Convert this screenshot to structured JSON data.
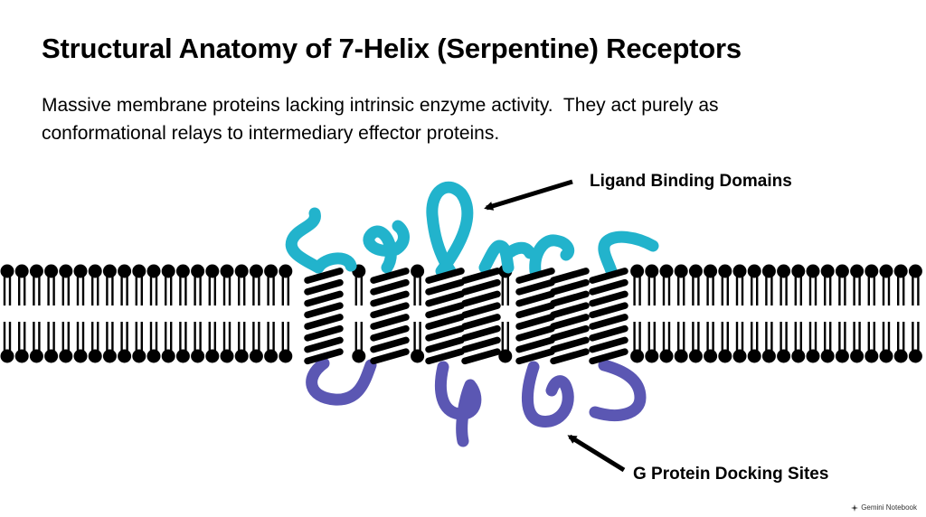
{
  "slide": {
    "title": "Structural Anatomy of 7-Helix (Serpentine) Receptors",
    "subtitle_lines": [
      "Massive membrane proteins lacking intrinsic enzyme activity.  They act purely as",
      "conformational relays to intermediary effector proteins."
    ]
  },
  "diagram": {
    "labels": {
      "ligand": "Ligand Binding Domains",
      "gprotein": "G Protein Docking Sites"
    },
    "helix_count": 7,
    "colors": {
      "extracellular_loops": "#22b3cc",
      "intracellular_loops": "#5b57b3",
      "membrane": "#000000"
    }
  },
  "watermark": {
    "text": "Gemini Notebook",
    "icon": "sparkle-icon"
  }
}
